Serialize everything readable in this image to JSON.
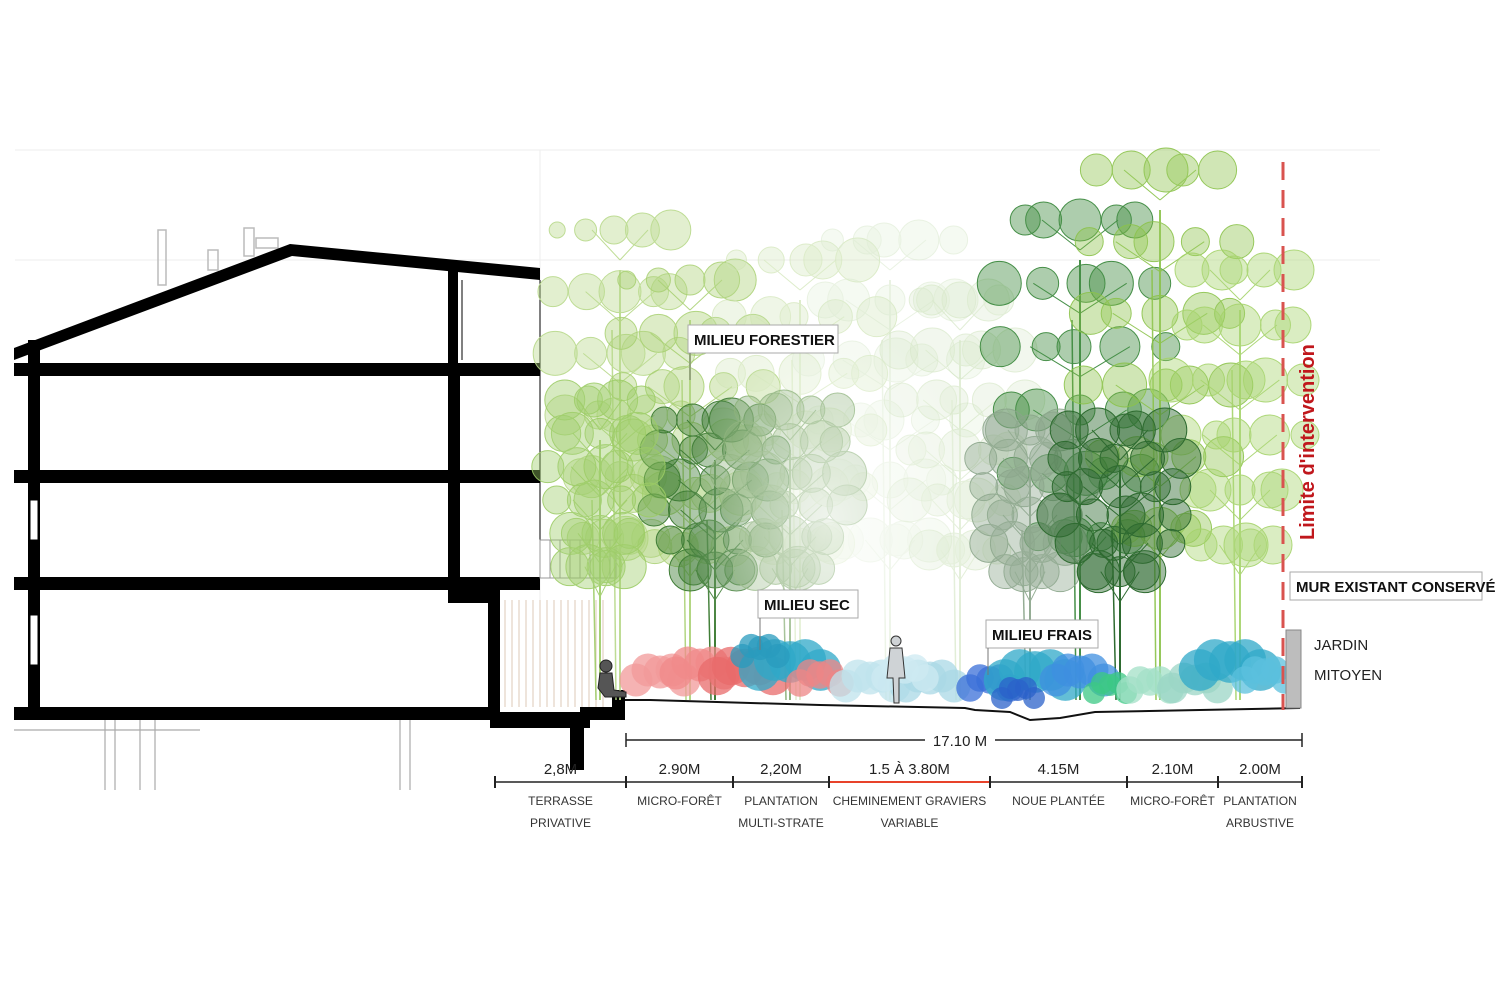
{
  "labels": {
    "milieu_forestier": "MILIEU FORESTIER",
    "milieu_sec": "MILIEU SEC",
    "milieu_frais": "MILIEU FRAIS",
    "mur_existant": "MUR EXISTANT CONSERVÉ",
    "jardin": "JARDIN",
    "mitoyen": "MITOYEN",
    "limite": "Limite d'intervention"
  },
  "total_width": "17.10 M",
  "segments": [
    {
      "width": "2,8M",
      "line1": "TERRASSE",
      "line2": "PRIVATIVE"
    },
    {
      "width": "2.90M",
      "line1": "MICRO-FORÊT",
      "line2": ""
    },
    {
      "width": "2,20M",
      "line1": "PLANTATION",
      "line2": "MULTI-STRATE"
    },
    {
      "width": "1.5 À 3.80M",
      "line1": "CHEMINEMENT GRAVIERS",
      "line2": "VARIABLE"
    },
    {
      "width": "4.15M",
      "line1": "NOUE PLANTÉE",
      "line2": ""
    },
    {
      "width": "2.10M",
      "line1": "MICRO-FORÊT",
      "line2": ""
    },
    {
      "width": "2.00M",
      "line1": "PLANTATION",
      "line2": "ARBUSTIVE"
    }
  ],
  "colors": {
    "building": "#000000",
    "limit_line": "#d9534f",
    "path_accent": "#e8432a",
    "tree_dark": "#3f7d35",
    "tree_light": "#9bc75a",
    "shrub_pink": "#ee8585",
    "shrub_blue": "#2fa8c8"
  }
}
